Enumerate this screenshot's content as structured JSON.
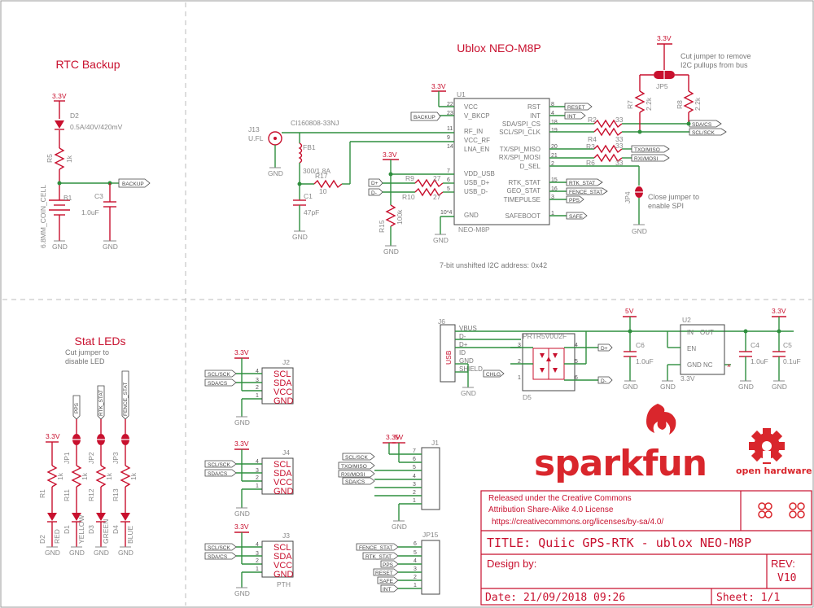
{
  "sections": {
    "rtc_backup": "RTC Backup",
    "ublox": "Ublox NEO-M8P",
    "stat_leds": "Stat LEDs"
  },
  "notes": {
    "cut_i2c_1": "Cut jumper to remove",
    "cut_i2c_2": "I2C pullups from bus",
    "close_spi_1": "Close jumper to",
    "close_spi_2": "enable SPI",
    "stat_cut_1": "Cut jumper to",
    "stat_cut_2": "disable LED",
    "i2c_addr": "7-bit unshifted I2C address: 0x42"
  },
  "rtc": {
    "v": "3.3V",
    "d2": "D2",
    "d2_val": "0.5A/40V/420mV",
    "r5": "R5",
    "r5_val": "1k",
    "b1": "B1",
    "b1_val": "6.8MM_COIN_CELL",
    "c3": "C3",
    "c3_val": "1.0uF",
    "backup": "BACKUP",
    "gnd": "GND"
  },
  "ublox": {
    "u1": "U1",
    "part": "NEO-M8P",
    "v33": "3.3V",
    "j13": "J13",
    "ufl": "U.FL",
    "ci": "CI160808-33NJ",
    "fb1": "FB1",
    "fb1_val": "300/1.8A",
    "c1": "C1",
    "c1_val": "47pF",
    "r17": "R17",
    "r17_val": "10",
    "r9": "R9",
    "r9_val": "27",
    "r10": "R10",
    "r10_val": "27",
    "r15": "R15",
    "r15_val": "100k",
    "r2": "R2",
    "r2_val": "33",
    "r4": "R4",
    "r4_val": "33",
    "r3": "R3",
    "r3_val": "33",
    "r6": "R6",
    "r6_val": "33",
    "r7": "R7",
    "r7_val": "2.2k",
    "r8": "R8",
    "r8_val": "2.2k",
    "jp5": "JP5",
    "jp4": "JP4",
    "left_pins": [
      {
        "n": "22",
        "t": "VCC"
      },
      {
        "n": "23",
        "t": "V_BKCP"
      },
      {
        "n": "11",
        "t": "RF_IN"
      },
      {
        "n": "9",
        "t": "VCC_RF"
      },
      {
        "n": "14",
        "t": "LNA_EN"
      },
      {
        "n": "7",
        "t": "VDD_USB"
      },
      {
        "n": "6",
        "t": "USB_D+"
      },
      {
        "n": "5",
        "t": "USB_D-"
      },
      {
        "n": "10*4",
        "t": "GND"
      }
    ],
    "right_pins": [
      {
        "n": "8",
        "t": "RST"
      },
      {
        "n": "4",
        "t": "INT"
      },
      {
        "n": "18",
        "t": "SDA/SPI_CS"
      },
      {
        "n": "19",
        "t": "SCL/SPI_CLK"
      },
      {
        "n": "20",
        "t": "TX/SPI_MISO"
      },
      {
        "n": "21",
        "t": "RX/SPI_MOSI"
      },
      {
        "n": "2",
        "t": "D_SEL"
      },
      {
        "n": "15",
        "t": "RTK_STAT"
      },
      {
        "n": "16",
        "t": "GEO_STAT"
      },
      {
        "n": "3",
        "t": "TIMEPULSE"
      },
      {
        "n": "1",
        "t": "SAFEBOOT"
      }
    ],
    "flags": {
      "reset": "RESET",
      "int": "INT",
      "backup": "BACKUP",
      "sdacs": "SDA/CS",
      "sclsck": "SCL/SCK",
      "txmiso": "TXO/MISO",
      "rxmosi": "RXI/MOSI",
      "rtk": "RTK_STAT",
      "fence": "FENCE_STAT",
      "pps": "PPS",
      "safe": "SAFE",
      "dp": "D+",
      "dm": "D-"
    },
    "gnd": "GND"
  },
  "usb": {
    "j6": "J6",
    "usb": "USB",
    "vbus": "VBUS",
    "d_minus": "D-",
    "d_plus": "D+",
    "id": "ID",
    "gnd": "GND",
    "shield": "SHIELD",
    "prtr": "PRTR5V0U2F",
    "d5": "D5",
    "chlg": "CHLG",
    "v5": "5V",
    "c6": "C6",
    "c6_val": "1.0uF",
    "u2": "U2",
    "in": "IN",
    "out": "OUT",
    "en": "EN",
    "gndnc": "GND NC",
    "u2_val": "3.3V",
    "v33": "3.3V",
    "c4": "C4",
    "c4_val": "1.0uF",
    "c5": "C5",
    "c5_val": "0.1uF"
  },
  "leds": [
    {
      "v": "3.3V",
      "jp": "",
      "r": "R1",
      "rv": "1k",
      "d": "D2",
      "color": "RED",
      "flag": ""
    },
    {
      "v": "",
      "jp": "JP1",
      "r": "R11",
      "rv": "1k",
      "d": "D1",
      "color": "YELLOW",
      "flag": "PPS"
    },
    {
      "v": "",
      "jp": "JP2",
      "r": "R12",
      "rv": "1k",
      "d": "D3",
      "color": "GREEN",
      "flag": "RTK_STAT"
    },
    {
      "v": "",
      "jp": "JP3",
      "r": "R13",
      "rv": "1k",
      "d": "D4",
      "color": "BLUE",
      "flag": "FENCE_STAT"
    }
  ],
  "qwiic": [
    {
      "name": "J2",
      "v": "3.3V",
      "pins": [
        "SCL",
        "SDA",
        "VCC",
        "GND"
      ],
      "nums": [
        "4",
        "3",
        "2",
        "1"
      ],
      "foot": ""
    },
    {
      "name": "J4",
      "v": "3.3V",
      "pins": [
        "SCL",
        "SDA",
        "VCC",
        "GND"
      ],
      "nums": [
        "4",
        "3",
        "2",
        "1"
      ],
      "foot": ""
    },
    {
      "name": "J3",
      "v": "3.3V",
      "pins": [
        "SCL",
        "SDA",
        "VCC",
        "GND"
      ],
      "nums": [
        "4",
        "3",
        "2",
        "1"
      ],
      "foot": "PTH"
    }
  ],
  "j1": {
    "name": "J1",
    "v33": "3.3V",
    "v5": "5V",
    "flags": [
      "SCL/SCK",
      "TXO/MISO",
      "RXI/MOSI",
      "SDA/CS"
    ],
    "nums": [
      "7",
      "6",
      "5",
      "4",
      "3",
      "2",
      "1"
    ],
    "gnd": "GND"
  },
  "jp15": {
    "name": "JP15",
    "flags": [
      "FENCE_STAT",
      "RTK_STAT",
      "PPS",
      "RESET",
      "SAFE",
      "INT"
    ],
    "nums": [
      "6",
      "5",
      "4",
      "3",
      "2",
      "1"
    ]
  },
  "title_block": {
    "license_1": "Released under the Creative Commons",
    "license_2": "Attribution Share-Alike 4.0 License",
    "license_3": "https://creativecommons.org/licenses/by-sa/4.0/",
    "title": "TITLE: Quiic GPS-RTK - ublox NEO-M8P",
    "design": "Design by:",
    "rev_label": "REV:",
    "rev": "V10",
    "date": "Date: 21/09/2018 09:26",
    "sheet": "Sheet: 1/1"
  },
  "brand": {
    "name": "sparkfun",
    "oh": "open hardware"
  }
}
